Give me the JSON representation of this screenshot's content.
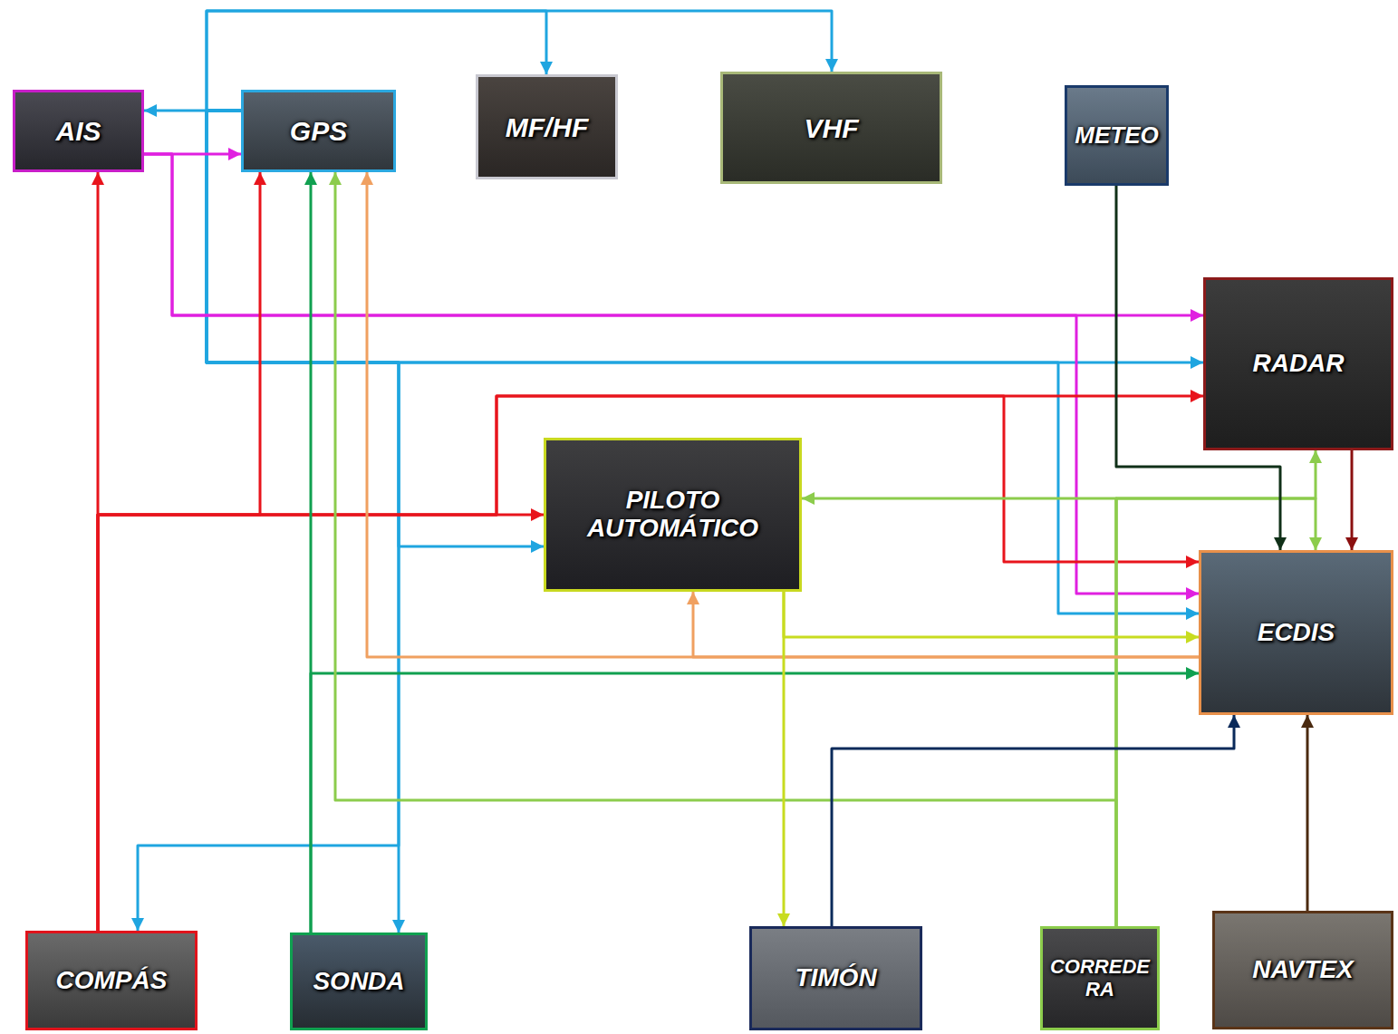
{
  "diagram": {
    "nodes": [
      {
        "text": [
          "AIS"
        ]
      },
      {
        "text": [
          "GPS"
        ]
      },
      {
        "text": [
          "MF/HF"
        ]
      },
      {
        "text": [
          "VHF"
        ]
      },
      {
        "text": [
          "METEO"
        ]
      },
      {
        "text": [
          "RADAR"
        ]
      },
      {
        "text": [
          "PILOTO AUTOMÁTICO"
        ]
      },
      {
        "text": [
          "ECDIS"
        ]
      },
      {
        "text": [
          "COMPÁS"
        ]
      },
      {
        "text": [
          "SONDA"
        ]
      },
      {
        "text": [
          "TIMÓN"
        ]
      },
      {
        "text": [
          "CORREDERA"
        ]
      },
      {
        "text": [
          "NAVTEX"
        ]
      }
    ],
    "edges": [
      {
        "from": 1,
        "to": 0,
        "arrow": "to"
      },
      {
        "from": 1,
        "to": 2,
        "arrow": "to"
      },
      {
        "from": 1,
        "to": 3,
        "arrow": "to"
      },
      {
        "from": 1,
        "to": 5,
        "arrow": "to"
      },
      {
        "from": 1,
        "to": 7,
        "arrow": "to"
      },
      {
        "from": 1,
        "to": 6,
        "arrow": "to"
      },
      {
        "from": 1,
        "to": 9,
        "arrow": "to"
      },
      {
        "from": 1,
        "to": 8,
        "arrow": "to"
      },
      {
        "from": 0,
        "to": 1,
        "arrow": "to"
      },
      {
        "from": 0,
        "to": 5,
        "arrow": "to"
      },
      {
        "from": 0,
        "to": 7,
        "arrow": "to"
      },
      {
        "from": 8,
        "to": 0,
        "arrow": "to"
      },
      {
        "from": 8,
        "to": 1,
        "arrow": "to"
      },
      {
        "from": 8,
        "to": 6,
        "arrow": "to"
      },
      {
        "from": 8,
        "to": 5,
        "arrow": "to"
      },
      {
        "from": 8,
        "to": 7,
        "arrow": "to"
      },
      {
        "from": 9,
        "to": 1,
        "arrow": "to"
      },
      {
        "from": 9,
        "to": 7,
        "arrow": "to"
      },
      {
        "from": 11,
        "to": 1,
        "arrow": "to"
      },
      {
        "from": 11,
        "to": 6,
        "arrow": "to"
      },
      {
        "from": 11,
        "to": 5,
        "arrow": "to"
      },
      {
        "from": 11,
        "to": 7,
        "arrow": "to"
      },
      {
        "from": 7,
        "to": 1,
        "arrow": "to"
      },
      {
        "from": 7,
        "to": 6,
        "arrow": "to"
      },
      {
        "from": 6,
        "to": 7,
        "arrow": "to"
      },
      {
        "from": 6,
        "to": 10,
        "arrow": "to"
      },
      {
        "from": 10,
        "to": 7,
        "arrow": "to"
      },
      {
        "from": 4,
        "to": 7,
        "arrow": "to"
      },
      {
        "from": 5,
        "to": 7,
        "arrow": "to"
      },
      {
        "from": 12,
        "to": 7,
        "arrow": "to"
      }
    ]
  }
}
